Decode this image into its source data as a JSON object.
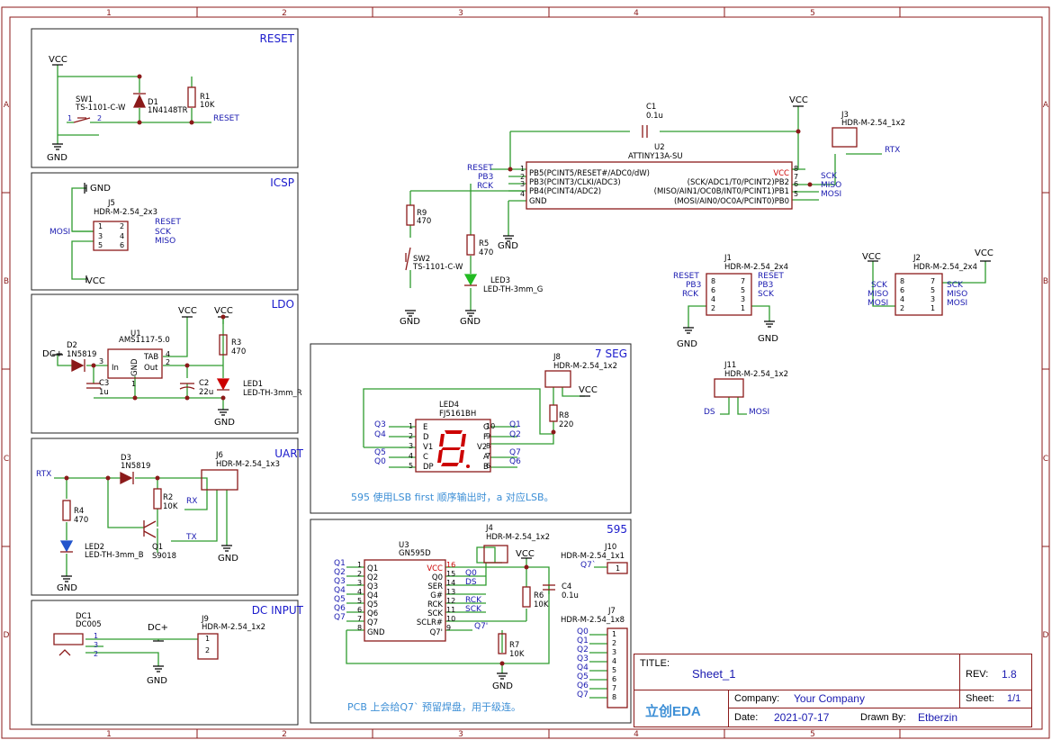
{
  "frame": {
    "columns": [
      "1",
      "2",
      "3",
      "4",
      "5"
    ],
    "rows": [
      "A",
      "B",
      "C",
      "D"
    ]
  },
  "blocks": {
    "reset": {
      "title": "RESET"
    },
    "icsp": {
      "title": "ICSP"
    },
    "ldo": {
      "title": "LDO"
    },
    "uart": {
      "title": "UART"
    },
    "dcin": {
      "title": "DC INPUT"
    },
    "seg7": {
      "title": "7 SEG",
      "note": "595 使用LSB first 顺序输出时，a 对应LSB。"
    },
    "s595": {
      "title": "595",
      "note": "PCB 上会给Q7` 预留焊盘，用于级连。"
    }
  },
  "nets": {
    "vcc": "VCC",
    "gnd": "GND",
    "reset": "RESET",
    "rtx": "RTX",
    "rx": "RX",
    "tx": "TX",
    "sck": "SCK",
    "miso": "MISO",
    "mosi": "MOSI",
    "dcp": "DC+",
    "pb3": "PB3",
    "rck": "RCK",
    "ds": "DS",
    "q7p": "Q7'",
    "q7pb": "Q7`",
    "q0": "Q0",
    "q1": "Q1",
    "q2": "Q2",
    "q3": "Q3",
    "q4": "Q4",
    "q5": "Q5",
    "q6": "Q6",
    "q7": "Q7"
  },
  "parts": {
    "sw1": {
      "ref": "SW1",
      "value": "TS-1101-C-W"
    },
    "d1": {
      "ref": "D1",
      "value": "1N4148TR"
    },
    "r1": {
      "ref": "R1",
      "value": "10K"
    },
    "j5": {
      "ref": "J5",
      "value": "HDR-M-2.54_2x3"
    },
    "u1": {
      "ref": "U1",
      "value": "AMS1117-5.0"
    },
    "d2": {
      "ref": "D2",
      "value": "1N5819"
    },
    "c3": {
      "ref": "C3",
      "value": "1u"
    },
    "c2": {
      "ref": "C2",
      "value": "22u"
    },
    "r3": {
      "ref": "R3",
      "value": "470"
    },
    "led1": {
      "ref": "LED1",
      "value": "LED-TH-3mm_R"
    },
    "d3": {
      "ref": "D3",
      "value": "1N5819"
    },
    "j6": {
      "ref": "J6",
      "value": "HDR-M-2.54_1x3"
    },
    "r2": {
      "ref": "R2",
      "value": "10K"
    },
    "r4": {
      "ref": "R4",
      "value": "470"
    },
    "led2": {
      "ref": "LED2",
      "value": "LED-TH-3mm_B"
    },
    "q1": {
      "ref": "Q1",
      "value": "S9018"
    },
    "dc1": {
      "ref": "DC1",
      "value": "DC005"
    },
    "j9": {
      "ref": "J9",
      "value": "HDR-M-2.54_1x2"
    },
    "c1": {
      "ref": "C1",
      "value": "0.1u"
    },
    "u2": {
      "ref": "U2",
      "value": "ATTINY13A-SU"
    },
    "j3": {
      "ref": "J3",
      "value": "HDR-M-2.54_1x2"
    },
    "r9": {
      "ref": "R9",
      "value": "470"
    },
    "sw2": {
      "ref": "SW2",
      "value": "TS-1101-C-W"
    },
    "r5": {
      "ref": "R5",
      "value": "470"
    },
    "led3": {
      "ref": "LED3",
      "value": "LED-TH-3mm_G"
    },
    "j1": {
      "ref": "J1",
      "value": "HDR-M-2.54_2x4"
    },
    "j2": {
      "ref": "J2",
      "value": "HDR-M-2.54_2x4"
    },
    "j11": {
      "ref": "J11",
      "value": "HDR-M-2.54_1x2"
    },
    "j8": {
      "ref": "J8",
      "value": "HDR-M-2.54_1x2"
    },
    "r8": {
      "ref": "R8",
      "value": "220"
    },
    "led4": {
      "ref": "LED4",
      "value": "FJ5161BH"
    },
    "j4": {
      "ref": "J4",
      "value": "HDR-M-2.54_1x2"
    },
    "u3": {
      "ref": "U3",
      "value": "GN595D"
    },
    "r6": {
      "ref": "R6",
      "value": "10K"
    },
    "c4": {
      "ref": "C4",
      "value": "0.1u"
    },
    "r7": {
      "ref": "R7",
      "value": "10K"
    },
    "j10": {
      "ref": "J10",
      "value": "HDR-M-2.54_1x1"
    },
    "j7": {
      "ref": "J7",
      "value": "HDR-M-2.54_1x8"
    }
  },
  "pins": {
    "u1": {
      "in": "In",
      "out": "Out",
      "tab": "TAB",
      "gnd": "GND"
    },
    "u2": {
      "left": [
        "PB5(PCINT5/RESET#/ADC0/dW)",
        "PB3(PCINT3/CLKI/ADC3)",
        "PB4(PCINT4/ADC2)",
        "GND"
      ],
      "right": [
        "VCC",
        "(SCK/ADC1/T0/PCINT2)PB2",
        "(MISO/AIN1/OC0B/INT0/PCINT1)PB1",
        "(MOSI/AIN0/OC0A/PCINT0)PB0"
      ]
    },
    "u3": {
      "left": [
        "Q1",
        "Q2",
        "Q3",
        "Q4",
        "Q5",
        "Q6",
        "Q7",
        "GND"
      ],
      "right": [
        "VCC",
        "Q0",
        "SER",
        "G#",
        "RCK",
        "SCK",
        "SCLR#",
        "Q7'"
      ]
    },
    "led4": {
      "left": [
        "E",
        "D",
        "V1",
        "C",
        "DP"
      ],
      "right": [
        "G",
        "F",
        "V2",
        "A",
        "B"
      ]
    }
  },
  "title_block": {
    "title_label": "TITLE:",
    "title": "Sheet_1",
    "rev_label": "REV:",
    "rev": "1.8",
    "company_label": "Company:",
    "company": "Your Company",
    "sheet_label": "Sheet:",
    "sheet": "1/1",
    "date_label": "Date:",
    "date": "2021-07-17",
    "drawn_label": "Drawn By:",
    "drawn": "Etberzin",
    "logo": "立创EDA"
  },
  "colors": {
    "frame": "#8b1a1a",
    "wire": "#2e9c2e",
    "net": "#1a1ab0",
    "text": "#000000",
    "pin_red": "#cc0000",
    "block_title": "#1a1acc",
    "note": "#3d8fd6",
    "led_red": "#cc0000",
    "led_green": "#22bb22",
    "led_blue": "#2255cc"
  }
}
